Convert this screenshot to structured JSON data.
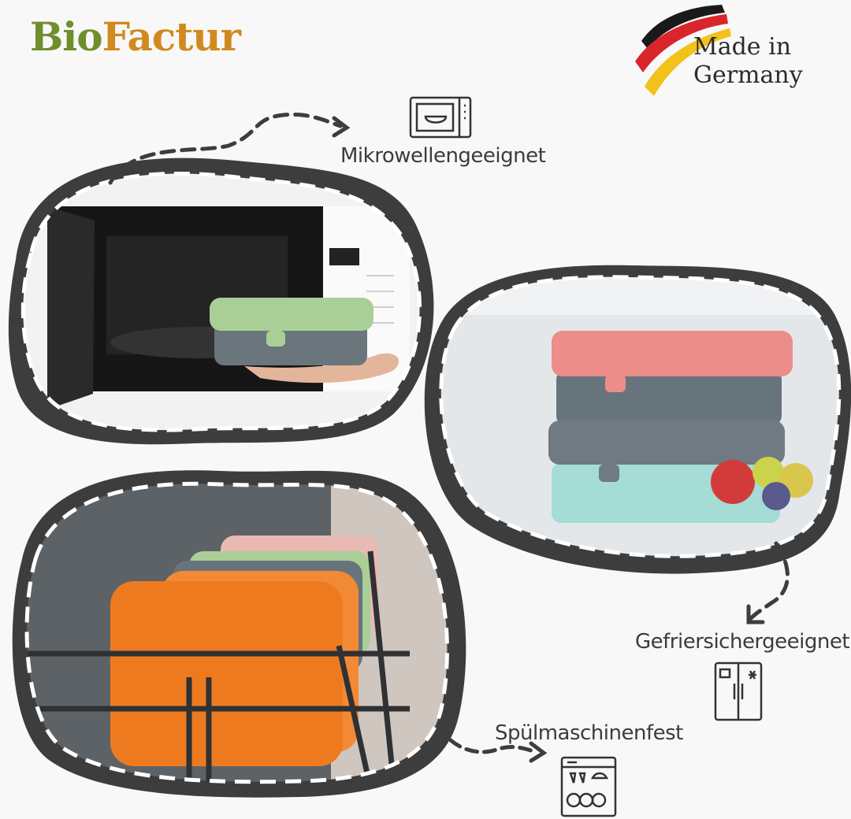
{
  "brand": {
    "part1": "Bio",
    "part2": "Factur"
  },
  "badge": {
    "line1": "Made in",
    "line2": "Germany"
  },
  "features": {
    "microwave": {
      "label": "Mikrowellengeeignet",
      "icon": "microwave-icon"
    },
    "freezer": {
      "label": "Gefriersichergeeignet",
      "icon": "fridge-icon"
    },
    "dishwasher": {
      "label": "Spülmaschinenfest",
      "icon": "dishwasher-icon"
    }
  },
  "colors": {
    "brand_green": "#6f8f2c",
    "brand_orange": "#d08a1e",
    "blob_stroke": "#444444",
    "lid_green": "#a9cf97",
    "lid_pink": "#ec8d89",
    "box_grey": "#68747c",
    "box_orange": "#ee7a20",
    "box_mint": "#a5dcd5"
  }
}
